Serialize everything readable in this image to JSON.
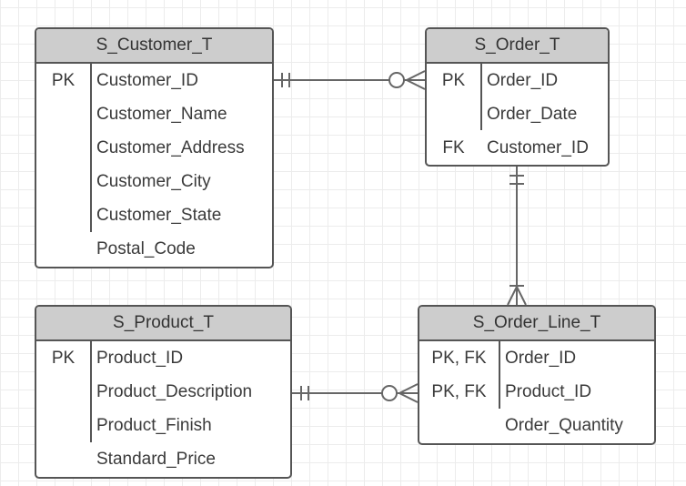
{
  "entities": [
    {
      "id": "customer",
      "name": "S_Customer_T",
      "rows": [
        {
          "key": "PK",
          "column": "Customer_ID"
        },
        {
          "key": "",
          "column": "Customer_Name"
        },
        {
          "key": "",
          "column": "Customer_Address"
        },
        {
          "key": "",
          "column": "Customer_City"
        },
        {
          "key": "",
          "column": "Customer_State"
        },
        {
          "key": "",
          "column": "Postal_Code"
        }
      ]
    },
    {
      "id": "order",
      "name": "S_Order_T",
      "rows": [
        {
          "key": "PK",
          "column": "Order_ID"
        },
        {
          "key": "",
          "column": "Order_Date"
        },
        {
          "key": "FK",
          "column": "Customer_ID"
        }
      ]
    },
    {
      "id": "product",
      "name": "S_Product_T",
      "rows": [
        {
          "key": "PK",
          "column": "Product_ID"
        },
        {
          "key": "",
          "column": "Product_Description"
        },
        {
          "key": "",
          "column": "Product_Finish"
        },
        {
          "key": "",
          "column": "Standard_Price"
        }
      ]
    },
    {
      "id": "orderline",
      "name": "S_Order_Line_T",
      "rows": [
        {
          "key": "PK, FK",
          "column": "Order_ID"
        },
        {
          "key": "PK, FK",
          "column": "Product_ID"
        },
        {
          "key": "",
          "column": "Order_Quantity"
        }
      ]
    }
  ],
  "relationships": [
    {
      "from": "S_Customer_T",
      "to": "S_Order_T",
      "from_cardinality": "one-and-only-one",
      "to_cardinality": "zero-or-many"
    },
    {
      "from": "S_Order_T",
      "to": "S_Order_Line_T",
      "from_cardinality": "one-and-only-one",
      "to_cardinality": "one-or-many"
    },
    {
      "from": "S_Product_T",
      "to": "S_Order_Line_T",
      "from_cardinality": "one-and-only-one",
      "to_cardinality": "zero-or-many"
    }
  ],
  "colors": {
    "header": "#cdcdcd",
    "border": "#555555",
    "line": "#666666",
    "grid": "#ececec"
  }
}
